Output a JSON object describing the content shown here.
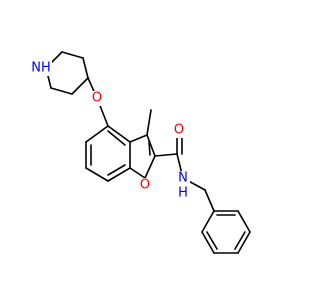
{
  "molecule": {
    "atoms": {
      "nh_piperidine": {
        "text": "NH",
        "color": "#0000ff"
      },
      "o_ether": {
        "text": "O",
        "color": "#ff0000"
      },
      "o_carbonyl": {
        "text": "O",
        "color": "#ff0000"
      },
      "o_furan": {
        "text": "O",
        "color": "#ff0000"
      },
      "n_amide": {
        "text": "N",
        "color": "#0000ff"
      },
      "h_amide": {
        "text": "H",
        "color": "#0000ff"
      }
    }
  }
}
